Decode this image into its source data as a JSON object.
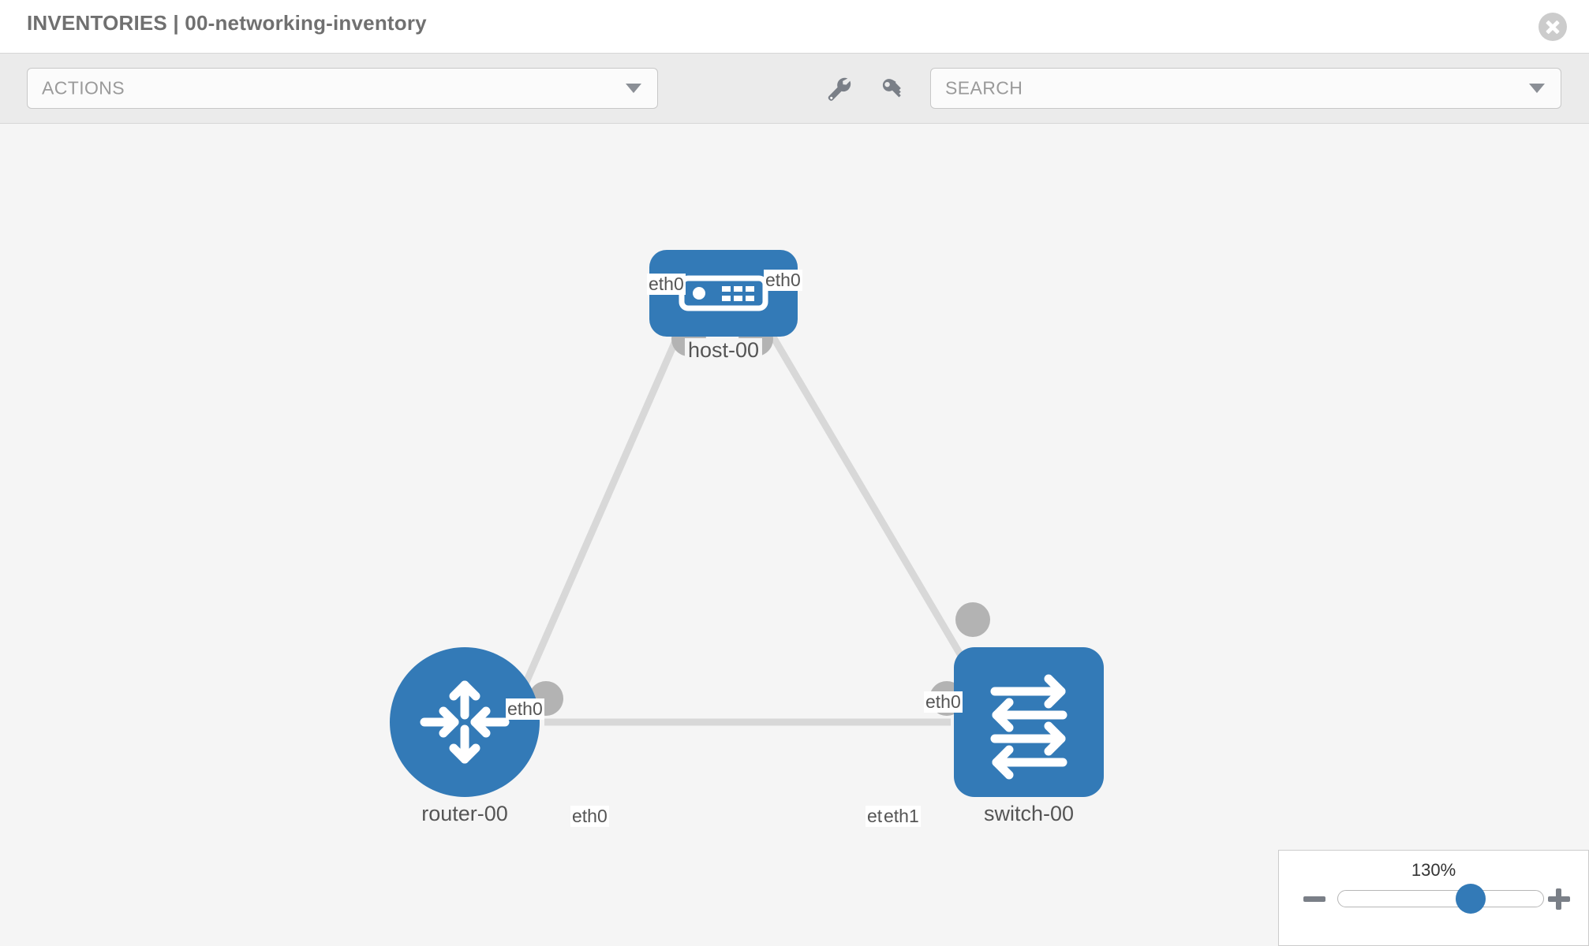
{
  "header": {
    "title": "INVENTORIES | 00-networking-inventory",
    "close_label": "close-icon"
  },
  "toolbar": {
    "actions_label": "ACTIONS",
    "search_placeholder": "SEARCH",
    "wrench_title": "wrench-icon",
    "key_title": "key-icon"
  },
  "topology": {
    "nodes": [
      {
        "id": "host-00",
        "label": "host-00",
        "type": "host",
        "color": "#337ab7"
      },
      {
        "id": "router-00",
        "label": "router-00",
        "type": "router",
        "color": "#337ab7"
      },
      {
        "id": "switch-00",
        "label": "switch-00",
        "type": "switch",
        "color": "#337ab7"
      }
    ],
    "links": [
      {
        "from": "host-00",
        "to": "router-00",
        "from_iface": "eth0",
        "to_iface": "eth0"
      },
      {
        "from": "host-00",
        "to": "switch-00",
        "from_iface": "eth0",
        "to_iface": "eth0"
      },
      {
        "from": "router-00",
        "to": "switch-00",
        "from_iface": "eth0",
        "to_iface": "eth1"
      }
    ],
    "iface_labels": {
      "host_left": "eth0",
      "host_right": "eth0",
      "router_up": "eth0",
      "switch_up": "eth0",
      "router_right": "eth0",
      "switch_left_a": "eth",
      "switch_left_b": "eth1"
    },
    "link_color": "#d8d8d8",
    "endpoint_color": "#b3b3b3",
    "canvas_bg": "#f5f5f5"
  },
  "zoom_control": {
    "percent": "130%",
    "minus_label": "zoom-out",
    "plus_label": "zoom-in",
    "slider_value": 130
  }
}
